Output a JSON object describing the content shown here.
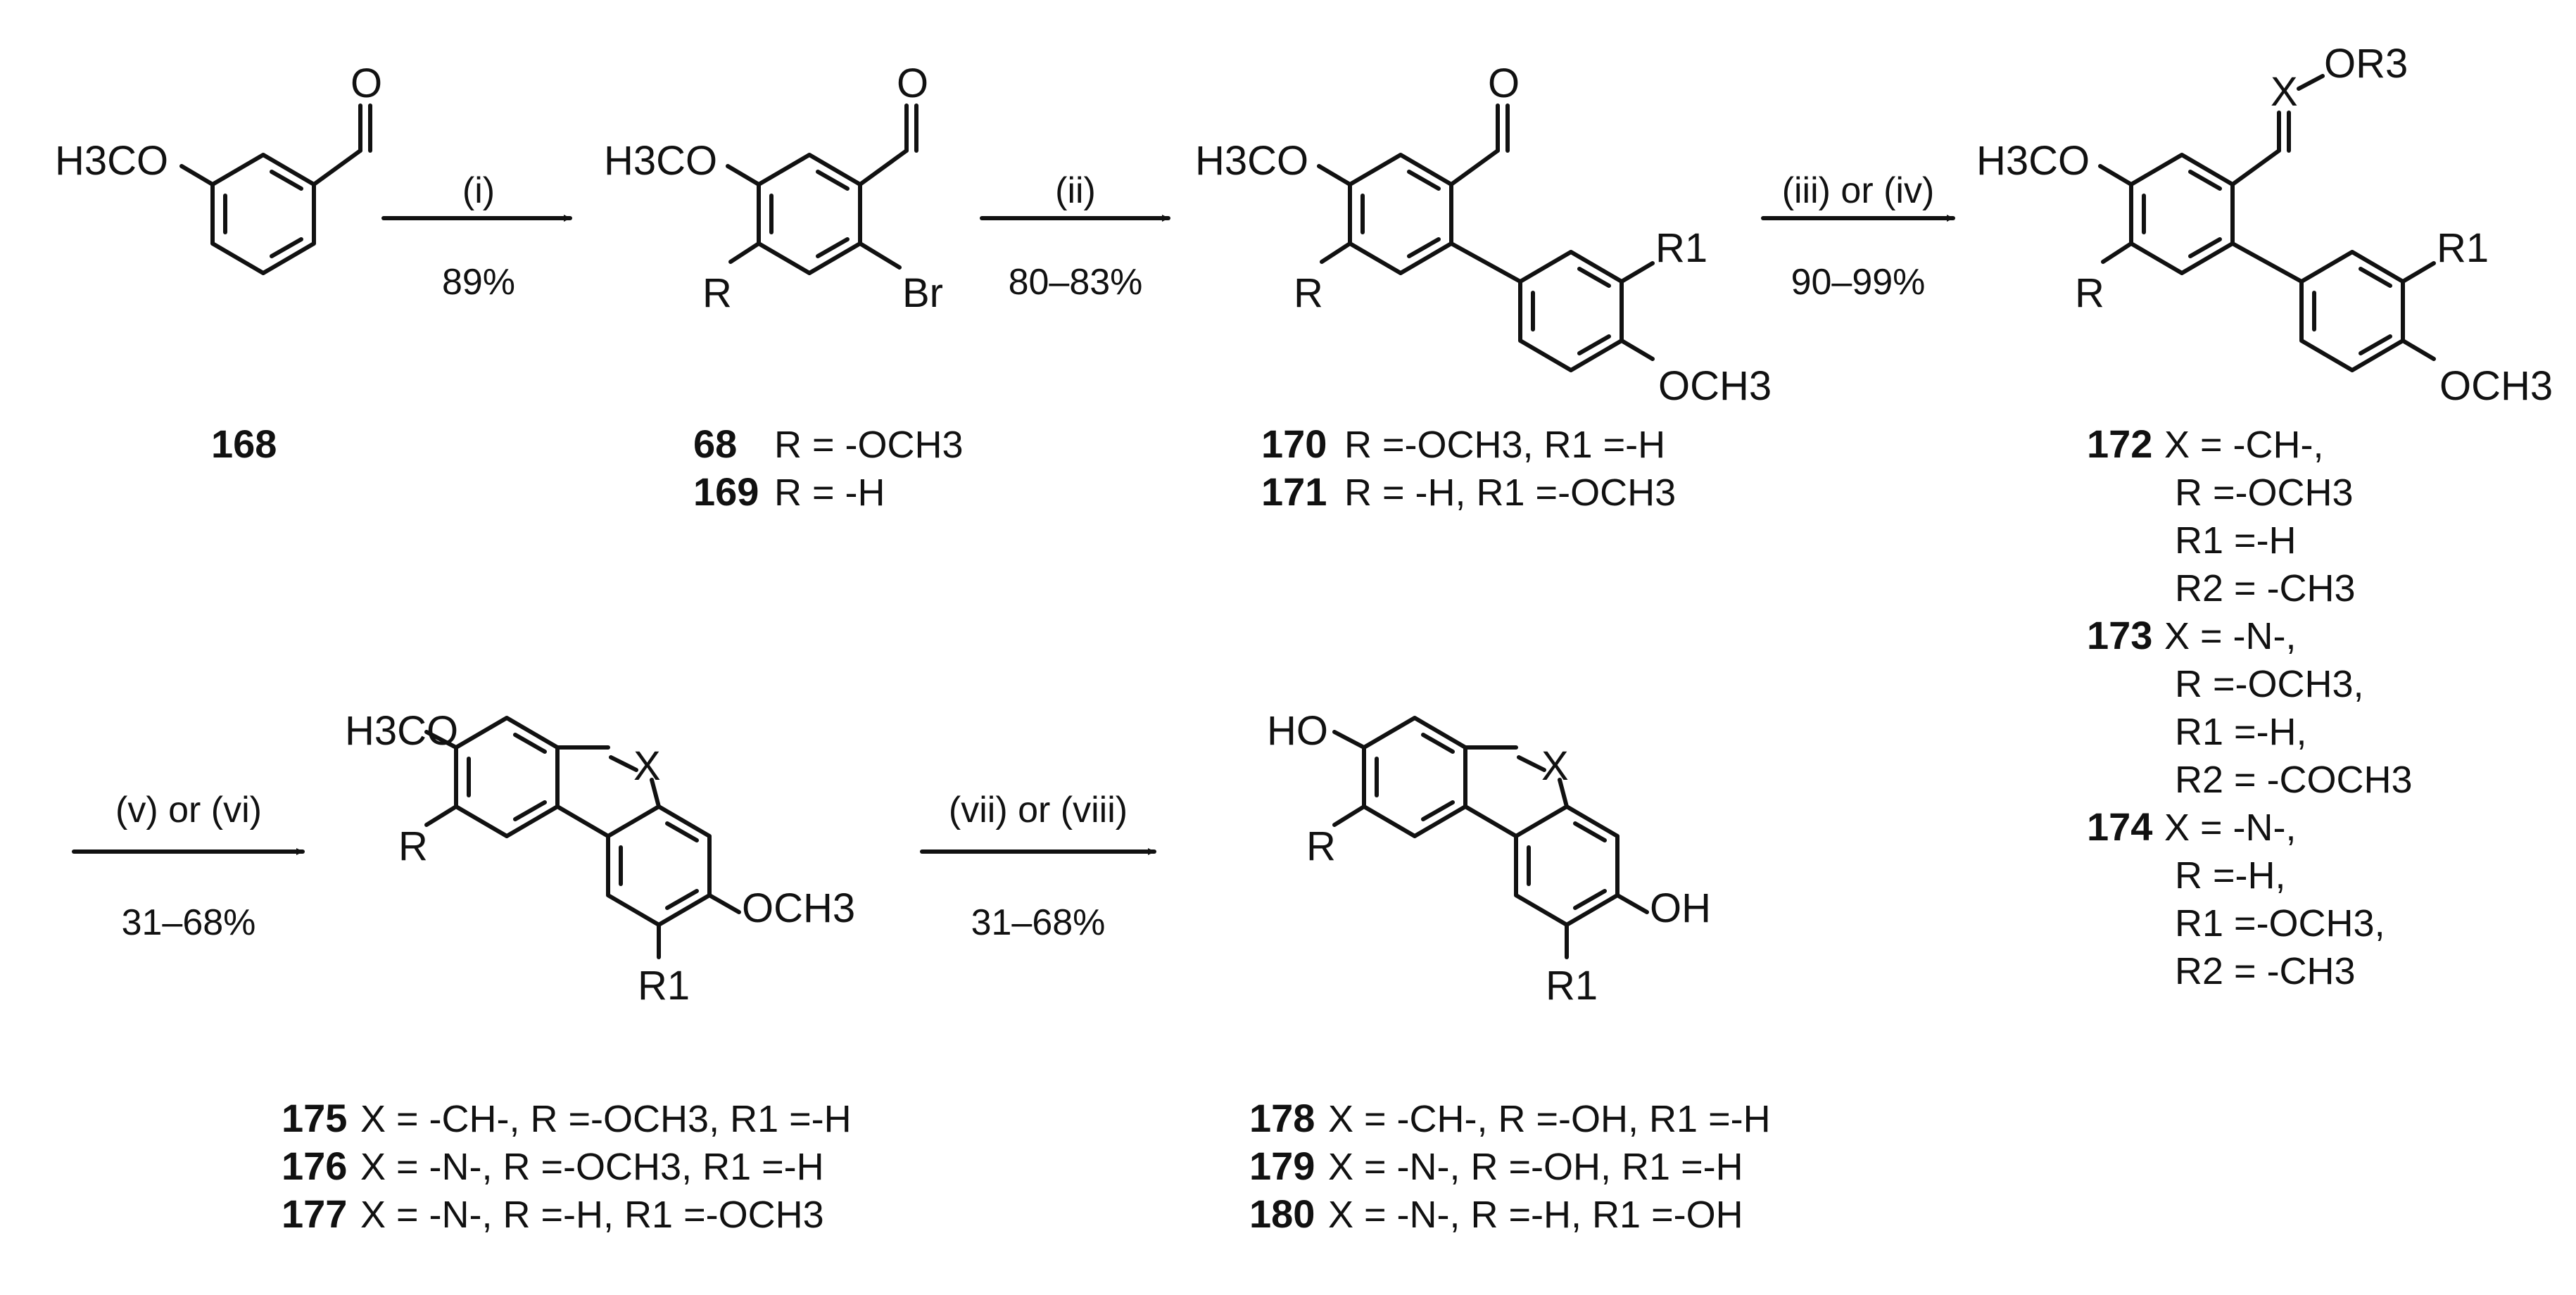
{
  "scheme": {
    "conditions": {
      "step1": "(i)",
      "step1_yield": "89%",
      "step2": "(ii)",
      "step2_yield": "80–83%",
      "step3": "(iii) or (iv)",
      "step3_yield": "90–99%",
      "step4": "(v) or (vi)",
      "step4_yield": "31–68%",
      "step5": "(vii) or (viii)",
      "step5_yield": "31–68%"
    },
    "compounds": {
      "c168": {
        "number": "168"
      },
      "c68": {
        "number": "68",
        "caption": "R = -OCH3"
      },
      "c169": {
        "number": "169",
        "caption": "R = -H"
      },
      "c170": {
        "number": "170",
        "caption": "R =-OCH3, R1 =-H"
      },
      "c171": {
        "number": "171",
        "caption": "R = -H, R1 =-OCH3"
      },
      "c172": {
        "number": "172",
        "lines": [
          "X = -CH-,",
          "R =-OCH3",
          "R1 =-H",
          "R2 = -CH3"
        ]
      },
      "c173": {
        "number": "173",
        "lines": [
          "X = -N-,",
          "R =-OCH3,",
          "R1 =-H,",
          "R2 = -COCH3"
        ]
      },
      "c174": {
        "number": "174",
        "lines": [
          "X = -N-,",
          "R =-H,",
          "R1 =-OCH3,",
          "R2 = -CH3"
        ]
      },
      "c175": {
        "number": "175",
        "caption": "X = -CH-, R =-OCH3, R1 =-H"
      },
      "c176": {
        "number": "176",
        "caption": "X = -N-, R =-OCH3, R1 =-H"
      },
      "c177": {
        "number": "177",
        "caption": "X = -N-, R =-H, R1 =-OCH3"
      },
      "c178": {
        "number": "178",
        "caption": "X = -CH-, R =-OH, R1 =-H"
      },
      "c179": {
        "number": "179",
        "caption": "X = -N-, R =-OH, R1 =-H"
      },
      "c180": {
        "number": "180",
        "caption": "X = -N-, R =-H, R1 =-OH"
      }
    },
    "atoms": {
      "h3co": "H3CO",
      "och3": "OCH3",
      "or3": "OR3",
      "o": "O",
      "r": "R",
      "r1": "R1",
      "br": "Br",
      "x": "X",
      "ho": "HO",
      "oh": "OH"
    }
  }
}
